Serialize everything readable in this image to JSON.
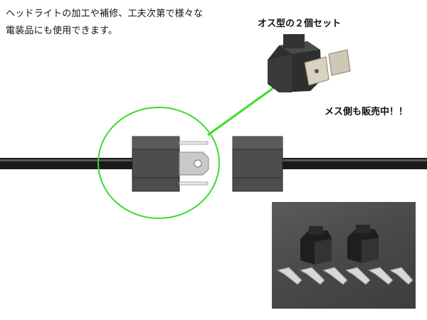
{
  "intro": {
    "line1": "ヘッドライトの加工や補修、工夫次第で様々な",
    "line2": "電装品にも使用できます。"
  },
  "callouts": {
    "set_label": "オス型の２個セット",
    "female_label": "メス側も販売中！！"
  },
  "colors": {
    "highlight_green": "#3bdc2b",
    "connector_body": "#4d4d4d",
    "cable": "#1a1a1a"
  }
}
